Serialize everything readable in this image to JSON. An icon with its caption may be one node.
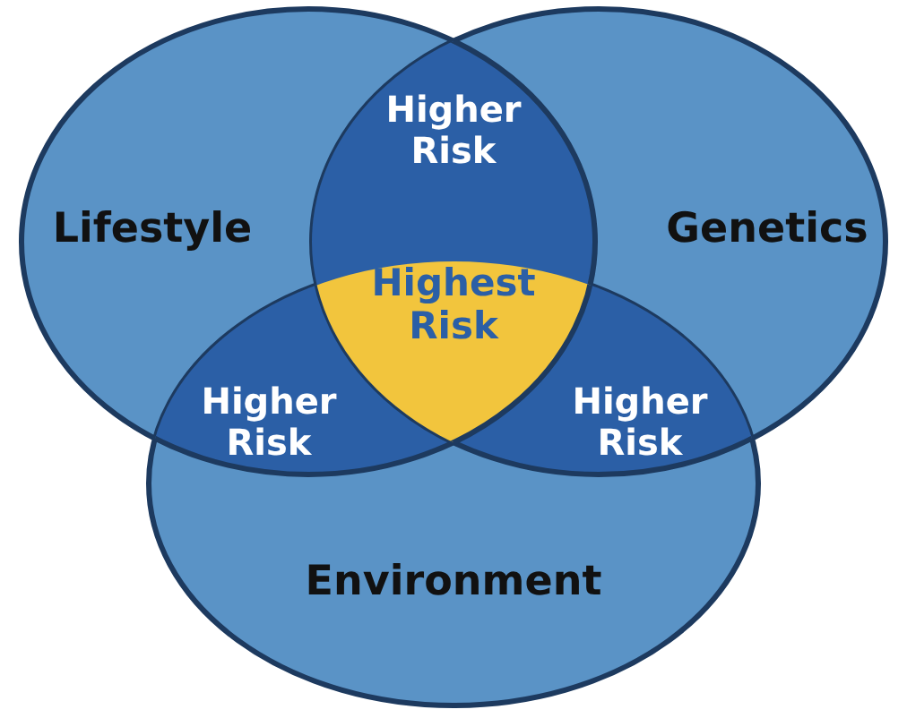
{
  "diagram": {
    "nodes": [
      {
        "text": [
          "Higher Risk"
        ]
      },
      {
        "text": [
          "Lifestyle"
        ]
      },
      {
        "text": [
          "Genetics"
        ]
      },
      {
        "text": [
          "Highest Risk"
        ]
      },
      {
        "text": [
          "Higher Risk"
        ]
      },
      {
        "text": [
          "Higher Risk"
        ]
      },
      {
        "text": [
          "Environment"
        ]
      }
    ]
  }
}
